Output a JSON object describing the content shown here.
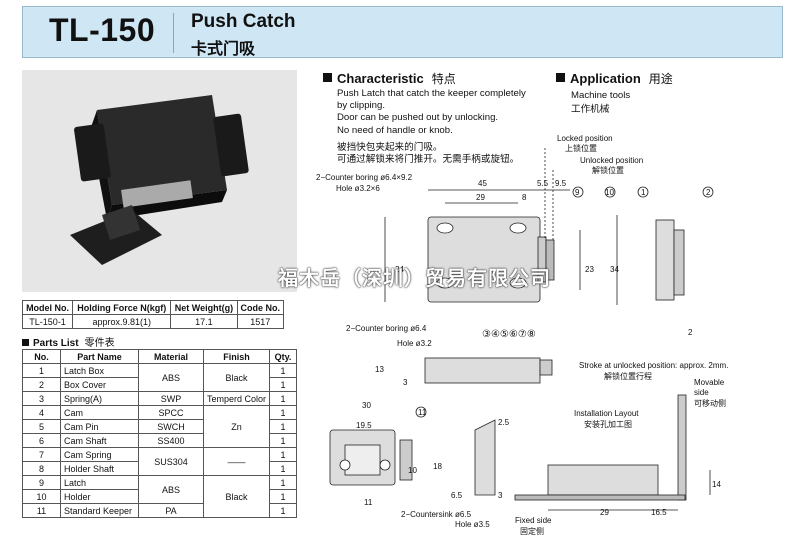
{
  "header": {
    "model": "TL-150",
    "title_en": "Push Catch",
    "title_cn": "卡式门吸"
  },
  "characteristic": {
    "title_en": "Characteristic",
    "title_cn": "特点",
    "lines": [
      "Push Latch that catch the keeper completely",
      "by clipping.",
      "Door can be pushed out by unlocking.",
      "No need of handle or knob.",
      "",
      "被挡快包夹起来的门吸。",
      "可通过解锁来将门推开。无需手柄或旋钮。"
    ]
  },
  "application": {
    "title_en": "Application",
    "title_cn": "用途",
    "line1": "Machine tools",
    "line2": "工作机械"
  },
  "spec_table": {
    "headers": [
      "Model No.",
      "Holding Force N(kgf)",
      "Net Weight(g)",
      "Code No."
    ],
    "row": [
      "TL-150-1",
      "approx.9.81(1)",
      "17.1",
      "1517"
    ]
  },
  "parts": {
    "title_en": "Parts List",
    "title_cn": "零件表",
    "headers": [
      "No.",
      "Part Name",
      "Material",
      "Finish",
      "Qty."
    ],
    "rows": [
      [
        "1",
        "Latch Box",
        "1"
      ],
      [
        "2",
        "Box Cover",
        "1"
      ],
      [
        "3",
        "Spring(A)",
        "1"
      ],
      [
        "4",
        "Cam",
        "1"
      ],
      [
        "5",
        "Cam Pin",
        "1"
      ],
      [
        "6",
        "Cam Shaft",
        "1"
      ],
      [
        "7",
        "Cam Spring",
        "1"
      ],
      [
        "8",
        "Holder Shaft",
        "1"
      ],
      [
        "9",
        "Latch",
        "1"
      ],
      [
        "10",
        "Holder",
        "1"
      ],
      [
        "11",
        "Standard Keeper",
        "1"
      ]
    ],
    "mat_abs": "ABS",
    "mat_swp": "SWP",
    "mat_spcc": "SPCC",
    "mat_swch": "SWCH",
    "mat_ss400": "SS400",
    "mat_sus": "SUS304",
    "mat_abs2": "ABS",
    "mat_pa": "PA",
    "fin_black": "Black",
    "fin_temp": "Temperd Color",
    "fin_zn": "Zn",
    "fin_dash": "——",
    "fin_black2": "Black"
  },
  "labels": {
    "locked": "Locked position",
    "locked_cn": "上锁位置",
    "unlocked": "Unlocked position",
    "unlocked_cn": "解锁位置",
    "counter92": "2−Counter boring ø6.4×9.2",
    "hole32x6": "Hole ø3.2×6",
    "counter64": "2−Counter boring ø6.4",
    "hole32": "Hole ø3.2",
    "d45": "45",
    "d55": "5.5",
    "d95": "9.5",
    "d29": "29",
    "d8": "8",
    "d24": "24",
    "d23": "23",
    "d34": "34",
    "d2": "2",
    "d13": "13",
    "d3": "3",
    "n1": "1",
    "n2": "2",
    "n9": "9",
    "n10": "10",
    "n11": "11",
    "nums": "③④⑤⑥⑦⑧",
    "stroke": "Stroke at unlocked position: approx. 2mm.",
    "stroke_cn": "解锁位置行程",
    "d30": "30",
    "d195": "19.5",
    "d10": "10",
    "d18": "18",
    "d11": "11",
    "d25": "2.5",
    "d65": "6.5",
    "d3b": "3",
    "countersink": "2−Countersink ø6.5",
    "hole35": "Hole ø3.5",
    "install": "Installation Layout",
    "install_cn": "安装孔加工图",
    "movable": "Movable",
    "movable2": "side",
    "movable_cn": "可移动侧",
    "fixed": "Fixed side",
    "fixed_cn": "固定侧",
    "d29b": "29",
    "d165": "16.5",
    "d14": "14",
    "watermark": "福木岳（深圳）贸易有限公司"
  }
}
